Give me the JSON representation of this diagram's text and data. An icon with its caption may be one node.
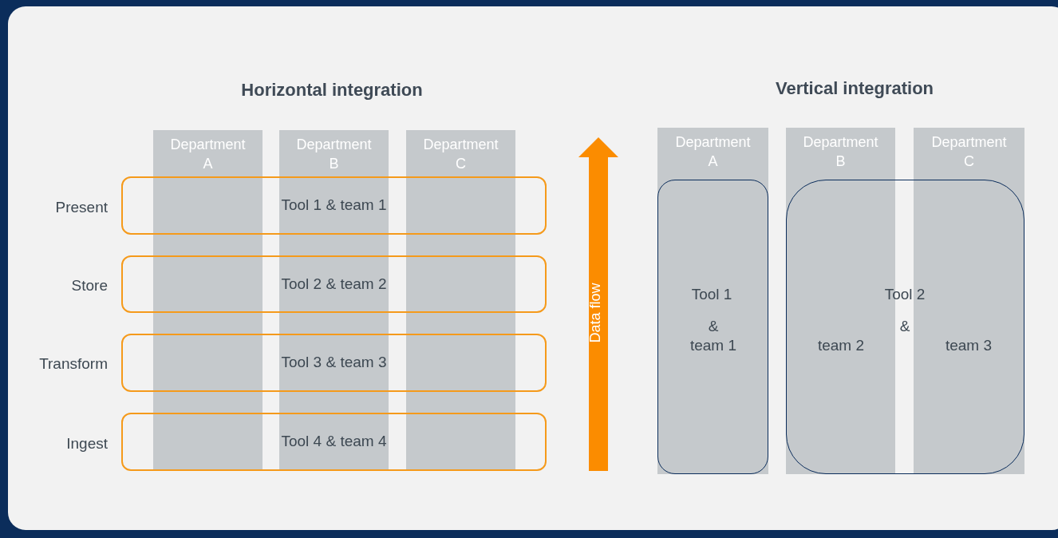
{
  "diagram": {
    "nodes": [
      {
        "text": [
          "Department A"
        ]
      },
      {
        "text": [
          "Department B"
        ]
      },
      {
        "text": [
          "Department C"
        ]
      },
      {
        "text": [
          "Tool 1 & team 1"
        ]
      },
      {
        "text": [
          "Tool 2 & team 2"
        ]
      },
      {
        "text": [
          "Tool 3 & team 3"
        ]
      },
      {
        "text": [
          "Tool 4 & team 4"
        ]
      },
      {
        "text": [
          "Department A"
        ]
      },
      {
        "text": [
          "Department B"
        ]
      },
      {
        "text": [
          "Department C"
        ]
      },
      {
        "text": [
          "Tool 1",
          "&",
          "team 1"
        ]
      },
      {
        "text": [
          "Tool 2",
          "&",
          "team 2",
          "team 3"
        ]
      }
    ],
    "labels": [
      "Horizontal integration",
      "Vertical integration",
      "Present",
      "Store",
      "Transform",
      "Ingest",
      "Data flow"
    ]
  }
}
